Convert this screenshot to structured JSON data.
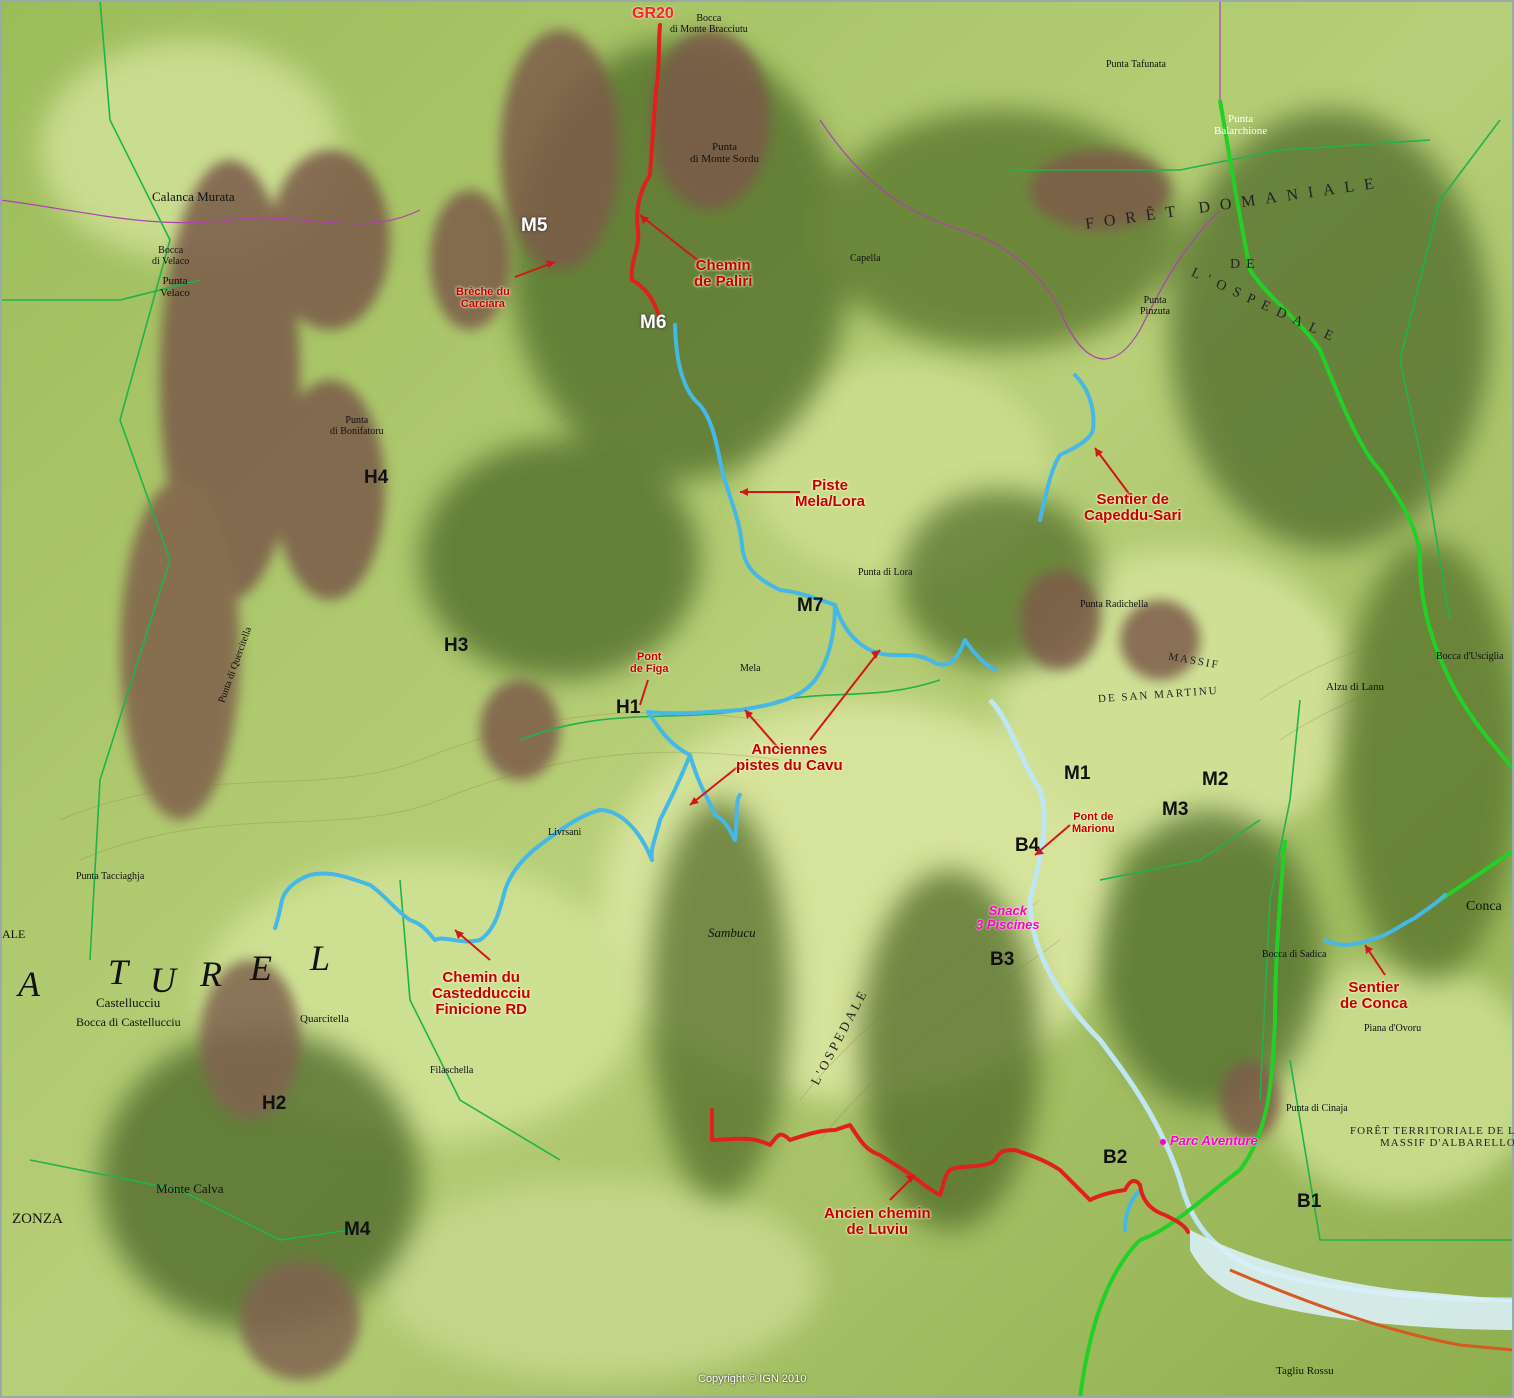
{
  "colors": {
    "relief_light": "#c3d58a",
    "relief_mid": "#8fae4e",
    "relief_dark": "#4f6a2a",
    "rock": "#7a5a48",
    "trail_red": "#e0201c",
    "trail_blue": "#45b8e6",
    "trail_green": "#22d028",
    "boundary": "#1fb34a",
    "river": "#b9e2ef",
    "road": "#d45a20",
    "pink": "#ff00cc"
  },
  "waypoints": [
    "H1",
    "H2",
    "H3",
    "H4",
    "M1",
    "M2",
    "M3",
    "M4",
    "M5",
    "M6",
    "M7",
    "B1",
    "B2",
    "B3",
    "B4"
  ],
  "trails": {
    "gr20": "GR20",
    "chemin_paliri": [
      "Chemin",
      "de Paliri"
    ],
    "piste_mela": [
      "Piste",
      "Mela/Lora"
    ],
    "sentier_capeddu": [
      "Sentier de",
      "Capeddu-Sari"
    ],
    "anciennes_pistes": [
      "Anciennes",
      "pistes du Cavu"
    ],
    "chemin_castedducciu": [
      "Chemin du",
      "Castedducciu",
      "Finicione RD"
    ],
    "ancien_luviu": [
      "Ancien chemin",
      "de Luviu"
    ],
    "sentier_conca": [
      "Sentier",
      "de Conca"
    ]
  },
  "places": {
    "breche": [
      "Brèche du",
      "Carciara"
    ],
    "pont_figa": [
      "Pont",
      "de Figa"
    ],
    "pont_marionu": [
      "Pont de",
      "Marionu"
    ],
    "snack": [
      "Snack",
      "3 Piscines"
    ],
    "parc": "Parc Aventure",
    "conca": "Conca",
    "bocca_monte_bracciutu": [
      "Bocca",
      "di Monte Bracciutu"
    ],
    "punta_monte_sordu": [
      "Punta",
      "di Monte Sordu"
    ],
    "calanca_murata": "Calanca Murata",
    "bocca_velaco": [
      "Bocca",
      "di Velaco"
    ],
    "punta_velaco": [
      "Punta",
      "Velaco"
    ],
    "punta_bonifatoru": [
      "Punta",
      "di Bonifatoru"
    ],
    "punta_lora": "Punta di Lora",
    "punta_radichella": "Punta Radichella",
    "capella": "Capella",
    "punta_pinzuta": [
      "Punta",
      "Pinzuta"
    ],
    "punta_tafunata": "Punta Tafunata",
    "punta_balarchione": [
      "Punta",
      "Balarchione"
    ],
    "alzu_lanu": "Alzu di Lanu",
    "bocca_usciglia": "Bocca d'Usciglia",
    "mela": "Mela",
    "sambucu": "Sambucu",
    "castellucciu": "Castellucciu",
    "bocca_castellucciu": "Bocca di Castellucciu",
    "quarcitella": "Quarcitella",
    "monte_calva": "Monte Calva",
    "zonza": "ZONZA",
    "taglia_rossu": "Tagliu Rossu",
    "punta_quercitella": "Punta di Quercitella",
    "filaschella": "Filaschella",
    "punta_tacciaghja": "Punta Tacciaghja",
    "livrsani": "Livrsani",
    "punta_cinaja": "Punta di Cinaja",
    "bocca_sadica": "Bocca di Sadica",
    "piana_ovoru": "Piana d'Ovoru"
  },
  "regions": {
    "aturel": [
      "A",
      "T",
      "U",
      "R",
      "E",
      "L"
    ],
    "foret_domaniale": "FORÊT DOMANIALE",
    "de": "DE",
    "lospedale": "L'OSPEDALE",
    "massif": "MASSIF",
    "de_san_martinu": "DE SAN MARTINU",
    "l_ospedale_road": "L'OSPEDALE",
    "foret_territoriale": [
      "FORÊT TERRITORIALE DE L'",
      "MASSIF D'ALBARELLO"
    ],
    "ale": "ALE"
  },
  "copyright": "Copyright © IGN 2010"
}
